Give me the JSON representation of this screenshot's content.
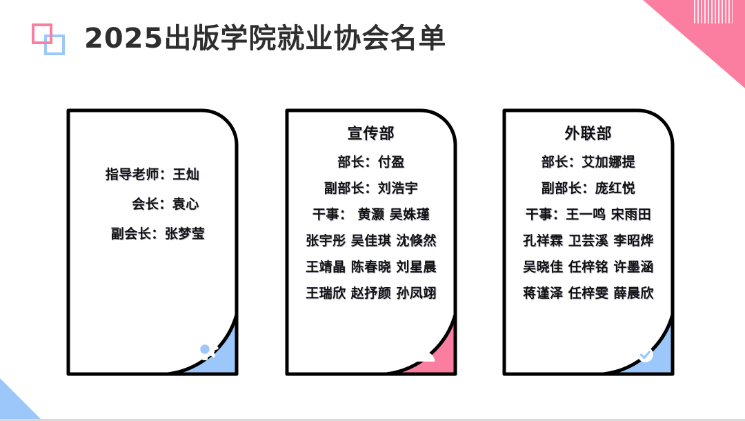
{
  "header": {
    "title": "2025出版学院就业协会名单",
    "logo_name": "overlapping-squares-logo"
  },
  "decor": {
    "top_right_color": "#fb7ea1",
    "bottom_left_color": "#9cc7fb"
  },
  "cards": [
    {
      "id": "leadership",
      "heading": "",
      "lines": [
        "指导老师：王灿",
        "会长：袁心",
        "副会长：张梦莹"
      ],
      "corner_color": "#9cc7fb",
      "corner_icon": "gear-icon"
    },
    {
      "id": "publicity-department",
      "heading": "宣传部",
      "lines": [
        "部长：付盈",
        "副部长：刘浩宇",
        "干事： 黄灏 吴姝瑾",
        "张宇彤 吴佳琪 沈倏然",
        "王靖晶 陈春晓 刘星晨",
        "王瑞欣 赵抒颜 孙凤翊"
      ],
      "corner_color": "#fb7ea1",
      "corner_icon": "person-icon"
    },
    {
      "id": "liaison-department",
      "heading": "外联部",
      "lines": [
        "部长：艾加娜提",
        "副部长：庞红悦",
        "干事：王一鸣 宋雨田",
        "孔祥霖 卫芸溪 李昭烨",
        "吴晓佳 任梓铭 许墨涵",
        "蒋谨泽 任梓雯 薛晨欣"
      ],
      "corner_color": "#9cc7fb",
      "corner_icon": "coins-check-icon"
    }
  ]
}
